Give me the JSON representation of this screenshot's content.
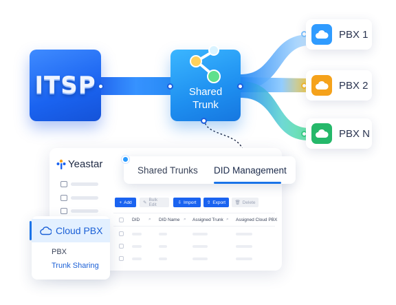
{
  "diagram": {
    "itsp_label": "ITSP",
    "shared_trunk_label": [
      "Shared",
      "Trunk"
    ],
    "pbx_nodes": [
      {
        "label": "PBX 1",
        "color": "#2f9bff"
      },
      {
        "label": "PBX 2",
        "color": "#f5a21b"
      },
      {
        "label": "PBX N",
        "color": "#25b86a"
      }
    ],
    "colors": {
      "itsp": "#1a63f0",
      "shared_trunk": "#1e8ff0",
      "link_primary": "#1c5fe0",
      "link_pbx1": "#7fc4ff",
      "link_pbx2": "#f5c232",
      "link_pbxn": "#44d19a"
    }
  },
  "dashboard": {
    "brand": "Yeastar",
    "tabs": {
      "shared_trunks": "Shared Trunks",
      "did_management": "DID Management",
      "active": "DID Management"
    },
    "toolbar": {
      "add": "Add",
      "bulk_edit": "Bulk Edit",
      "import": "Import",
      "export": "Export",
      "delete": "Delete"
    },
    "table": {
      "columns": [
        "DID",
        "DID Name",
        "Assigned Trunk",
        "Assigned Cloud PBX"
      ]
    },
    "sidebar_menu": {
      "title": "Cloud PBX",
      "items": [
        "PBX",
        "Trunk Sharing"
      ],
      "active_item": "Trunk Sharing"
    }
  }
}
